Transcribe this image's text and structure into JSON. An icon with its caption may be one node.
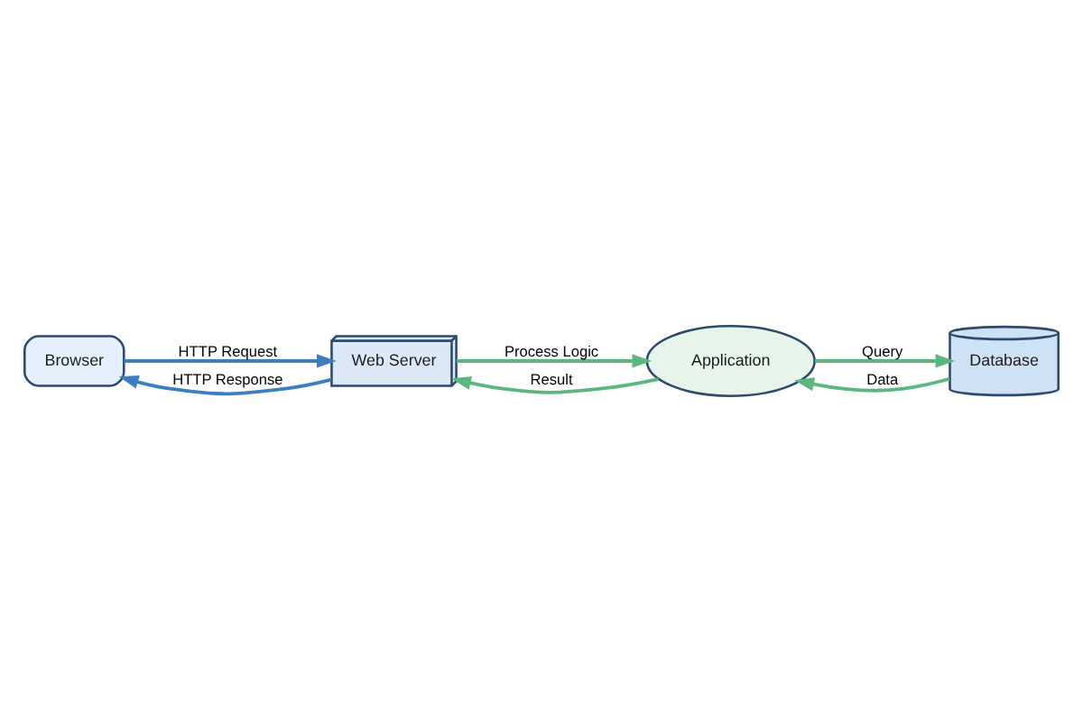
{
  "diagram": {
    "nodes": [
      {
        "text": [
          "Browser"
        ]
      },
      {
        "text": [
          "Web Server"
        ]
      },
      {
        "text": [
          "Application"
        ]
      },
      {
        "text": [
          "Database"
        ]
      }
    ],
    "edges": [
      {
        "from": 0,
        "to": 1,
        "arrow": "to",
        "label": "HTTP Request",
        "color": "#3d7ebf"
      },
      {
        "from": 1,
        "to": 0,
        "arrow": "to",
        "label": "HTTP Response",
        "color": "#3d7ebf"
      },
      {
        "from": 1,
        "to": 2,
        "arrow": "to",
        "label": "Process Logic"
      },
      {
        "from": 2,
        "to": 1,
        "arrow": "to",
        "label": "Result"
      },
      {
        "from": 2,
        "to": 3,
        "arrow": "to",
        "label": "Query"
      },
      {
        "from": 3,
        "to": 2,
        "arrow": "to",
        "label": "Data"
      }
    ]
  }
}
